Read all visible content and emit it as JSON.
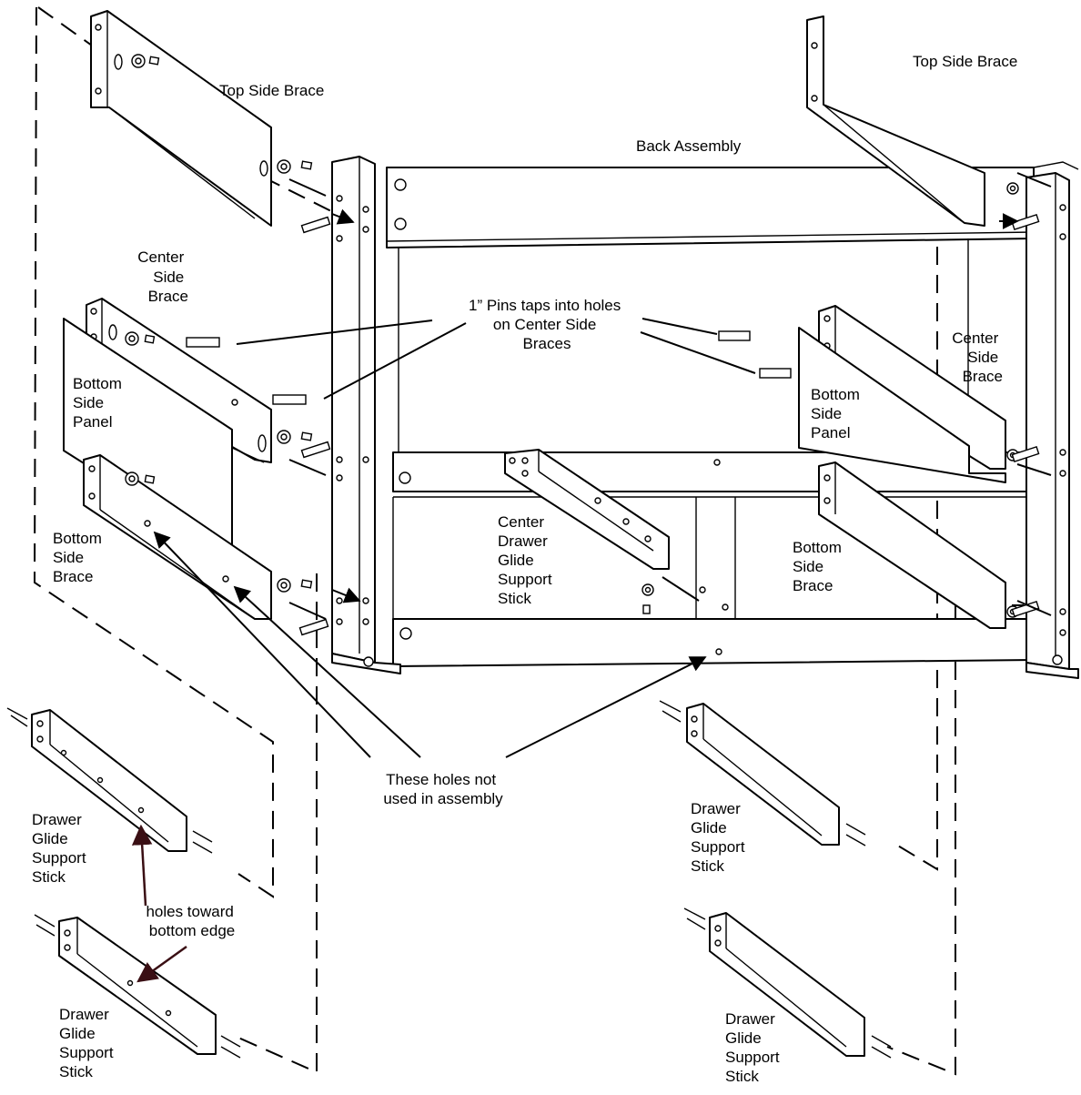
{
  "labels": {
    "top_side_brace_left": "Top Side Brace",
    "top_side_brace_right": "Top Side Brace",
    "back_assembly": "Back Assembly",
    "center_side_brace_left": [
      "Center",
      "Side",
      "Brace"
    ],
    "center_side_brace_right": [
      "Center",
      "Side",
      "Brace"
    ],
    "pins_note": [
      "1” Pins taps into holes",
      "on  Center Side",
      "Braces"
    ],
    "bottom_side_panel_left": [
      "Bottom",
      "Side",
      "Panel"
    ],
    "bottom_side_panel_right": [
      "Bottom",
      "Side",
      "Panel"
    ],
    "bottom_side_brace_left": [
      "Bottom",
      "Side",
      "Brace"
    ],
    "bottom_side_brace_right": [
      "Bottom",
      "Side",
      "Brace"
    ],
    "center_drawer_glide": [
      "Center",
      "Drawer",
      "Glide",
      "Support",
      "Stick"
    ],
    "holes_not_used": [
      "These holes not",
      "used in assembly"
    ],
    "drawer_glide_left_upper": [
      "Drawer",
      "Glide",
      "Support",
      "Stick"
    ],
    "drawer_glide_left_lower": [
      "Drawer",
      "Glide",
      "Support",
      "Stick"
    ],
    "drawer_glide_right_upper": [
      "Drawer",
      "Glide",
      "Support",
      "Stick"
    ],
    "drawer_glide_right_lower": [
      "Drawer",
      "Glide",
      "Support",
      "Stick"
    ],
    "holes_toward_bottom": [
      "holes toward",
      "bottom edge"
    ]
  },
  "colors": {
    "line": "#000000",
    "arrow_dark": "#3a0f14",
    "background": "#ffffff"
  }
}
